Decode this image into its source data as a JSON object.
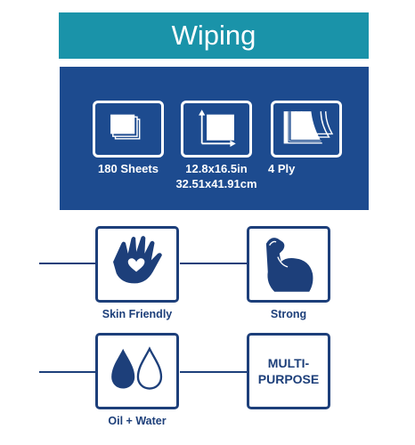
{
  "header": {
    "title": "Wiping"
  },
  "specs": [
    {
      "label": "180 Sheets",
      "icon": "stacked-sheets-icon"
    },
    {
      "label_line1": "12.8x16.5in",
      "label_line2": "32.51x41.91cm",
      "icon": "dimensions-icon"
    },
    {
      "label": "4 Ply",
      "icon": "layered-ply-icon"
    }
  ],
  "features": [
    {
      "label": "Skin Friendly",
      "icon": "hand-heart-icon"
    },
    {
      "label": "Strong",
      "icon": "flexed-arm-icon"
    },
    {
      "label": "Oil + Water",
      "icon": "droplets-icon"
    },
    {
      "text_line1": "MULTI-",
      "text_line2": "PURPOSE",
      "icon": "multi-purpose-text-badge"
    }
  ],
  "colors": {
    "teal": "#1a93a9",
    "navy": "#1d4b8f",
    "dark_navy": "#1d3f7a",
    "white": "#ffffff"
  }
}
